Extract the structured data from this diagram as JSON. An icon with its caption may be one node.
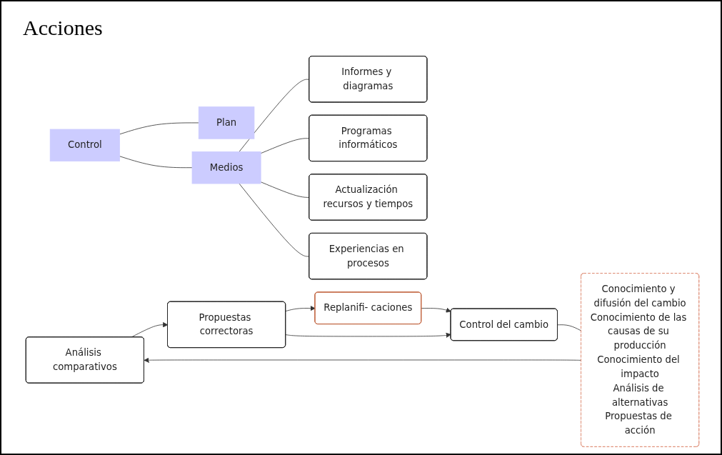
{
  "diagram": {
    "nodes": [
      {
        "text": [
          "Control"
        ]
      },
      {
        "text": [
          "Plan"
        ]
      },
      {
        "text": [
          "Medios"
        ]
      },
      {
        "text": [
          "Análisis comparativos"
        ]
      },
      {
        "text": [
          "Conocimiento y difusión del cambio",
          "Conocimiento de las causas de su producción",
          "Conocimiento del impacto",
          "Análisis de alternativas",
          "Propuestas de acción"
        ]
      },
      {
        "text": [
          "Propuestas correctoras"
        ]
      },
      {
        "text": [
          "Replanifi- caciones"
        ]
      },
      {
        "text": [
          "Control del cambio"
        ]
      },
      {
        "text": [
          "Informes y diagramas"
        ]
      },
      {
        "text": [
          "Programas informáticos"
        ]
      },
      {
        "text": [
          "Actualización recursos y tiempos"
        ]
      },
      {
        "text": [
          "Experiencias en procesos"
        ]
      }
    ],
    "edges": [
      {
        "from": 0,
        "to": 1,
        "arrow": "none"
      },
      {
        "from": 0,
        "to": 2,
        "arrow": "none"
      },
      {
        "from": 4,
        "to": 3,
        "arrow": "to"
      },
      {
        "from": 3,
        "to": 5,
        "arrow": "to"
      },
      {
        "from": 5,
        "to": 6,
        "arrow": "to"
      },
      {
        "from": 5,
        "to": 7,
        "arrow": "to"
      },
      {
        "from": 6,
        "to": 7,
        "arrow": "to"
      },
      {
        "from": 7,
        "to": 4,
        "arrow": "none"
      },
      {
        "from": 2,
        "to": 8,
        "arrow": "none"
      },
      {
        "from": 2,
        "to": 9,
        "arrow": "none"
      },
      {
        "from": 2,
        "to": 10,
        "arrow": "none"
      },
      {
        "from": 2,
        "to": 11,
        "arrow": "none"
      }
    ],
    "labels": [
      "Acciones"
    ]
  }
}
